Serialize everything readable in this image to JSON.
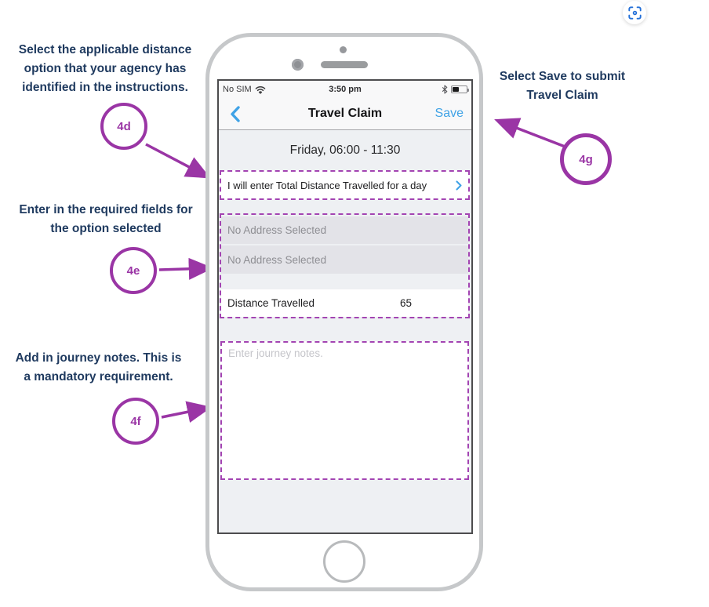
{
  "colors": {
    "annotation_purple": "#9a35a5",
    "annotation_text_navy": "#1f3a5f",
    "ios_blue": "#3fa2e6",
    "content_background": "#eef0f3",
    "address_row_background": "#e3e3e8"
  },
  "scan_button": {
    "icon": "scan-icon"
  },
  "annotations": {
    "step_4d": {
      "label": "4d",
      "lines": [
        "Select the applicable distance",
        "option that your agency has",
        "identified in the instructions."
      ]
    },
    "step_4e": {
      "label": "4e",
      "lines": [
        "Enter in the required fields for",
        "the option selected"
      ]
    },
    "step_4f": {
      "label": "4f",
      "lines": [
        "Add in journey notes. This is",
        "a mandatory requirement."
      ]
    },
    "step_4g": {
      "label": "4g",
      "lines": [
        "Select Save to submit",
        "Travel Claim"
      ]
    }
  },
  "phone": {
    "status_bar": {
      "carrier": "No SIM",
      "wifi_icon": "wifi-icon",
      "time": "3:50 pm",
      "bluetooth_icon": "bluetooth-icon",
      "battery_icon": "battery-icon"
    },
    "nav_bar": {
      "back_icon": "back-chevron-icon",
      "title": "Travel Claim",
      "save_label": "Save"
    },
    "content": {
      "date_header": "Friday, 06:00 - 11:30",
      "distance_option": {
        "label": "I will enter Total Distance Travelled for a day",
        "chevron_icon": "chevron-right-icon"
      },
      "address_rows": [
        "No Address Selected",
        "No Address Selected"
      ],
      "distance_field": {
        "label": "Distance Travelled",
        "value": "65"
      },
      "journey_notes": {
        "placeholder": "Enter journey notes."
      }
    }
  }
}
